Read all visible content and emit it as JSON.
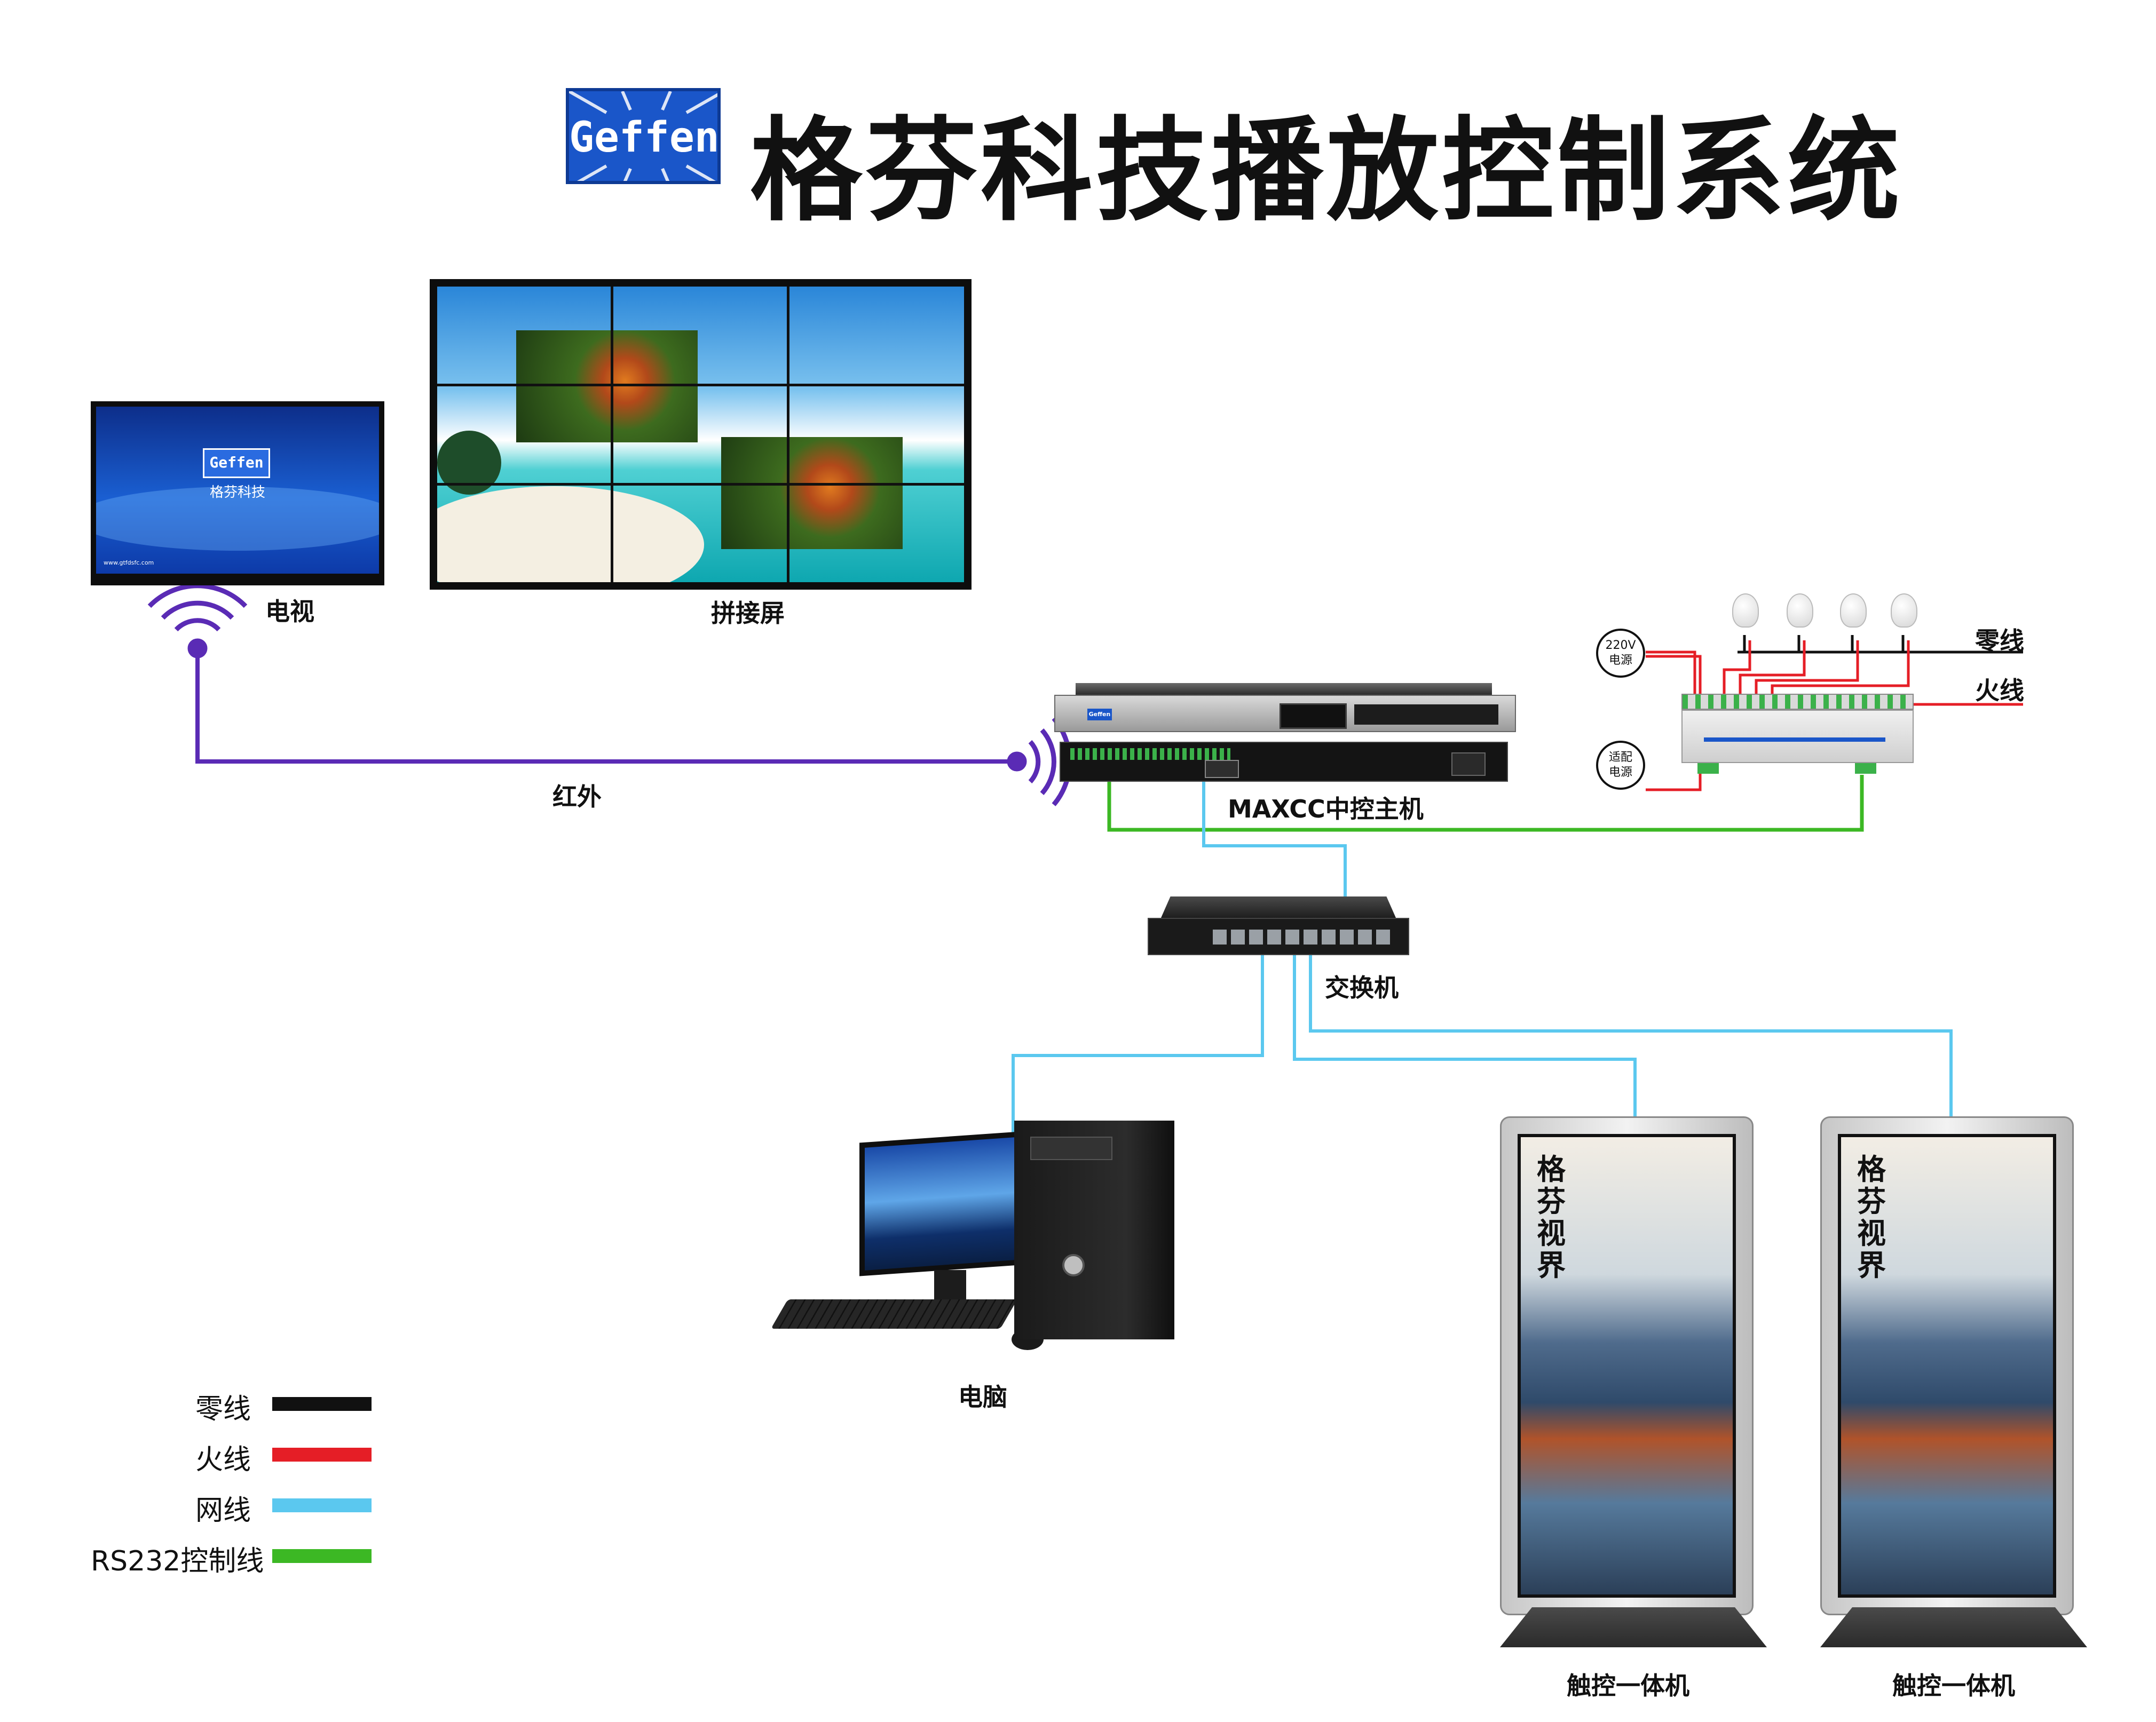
{
  "header": {
    "logo_text": "Geffen",
    "title": "格芬科技播放控制系统"
  },
  "devices": {
    "tv": {
      "label": "电视",
      "screen_logo": "Geffen",
      "screen_company": "格芬科技",
      "screen_url": "www.gtfdsfc.com"
    },
    "video_wall": {
      "label": "拼接屏"
    },
    "controller": {
      "label": "MAXCC中控主机",
      "brand": "Geffen"
    },
    "switch": {
      "label": "交换机"
    },
    "computer": {
      "label": "电脑"
    },
    "kiosk_left": {
      "label": "触控一体机",
      "poster_text": "格芬视界"
    },
    "kiosk_right": {
      "label": "触控一体机",
      "poster_text": "格芬视界"
    },
    "relay": {
      "power_220v_line1": "220V",
      "power_220v_line2": "电源",
      "adapter_line1": "适配",
      "adapter_line2": "电源",
      "neutral_label": "零线",
      "live_label": "火线"
    }
  },
  "wires": {
    "infrared_label": "红外"
  },
  "legend": {
    "items": [
      {
        "label": "零线",
        "color": "#111111"
      },
      {
        "label": "火线",
        "color": "#e51e26"
      },
      {
        "label": "网线",
        "color": "#5bc8ef"
      },
      {
        "label": "RS232控制线",
        "color": "#3cb824"
      }
    ]
  },
  "colors": {
    "infrared": "#5a2bb5",
    "rs232": "#3cb824",
    "network": "#5bc8ef",
    "live": "#e51e26",
    "neutral": "#111111",
    "brand_blue": "#1a56c9"
  }
}
